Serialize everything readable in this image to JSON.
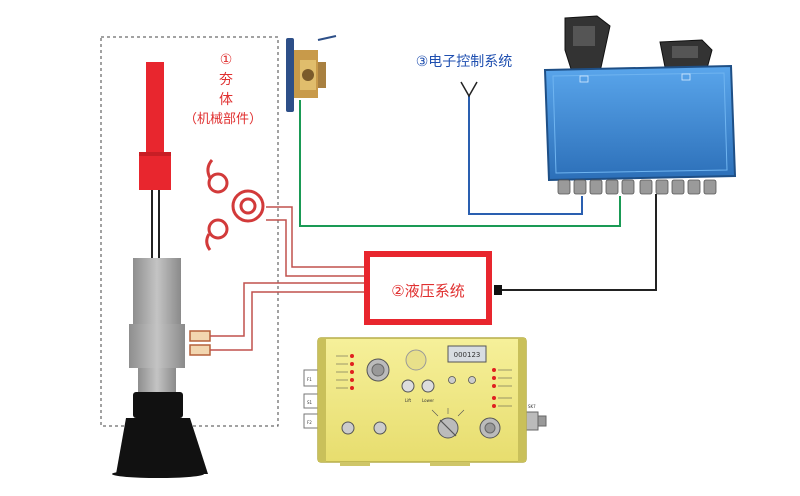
{
  "labels": {
    "chassis_num": "①",
    "chassis_l1": "夯",
    "chassis_l2": "体",
    "chassis_l3": "（机械部件）",
    "electronic": "③电子控制系统",
    "hydraulic": "②液压系统"
  },
  "panel": {
    "display": "000123",
    "knob_labels": [
      "Lift",
      "Lower"
    ],
    "side_labels": [
      "F1",
      "S1",
      "F2"
    ],
    "sk_label": "SK7"
  },
  "colors": {
    "red": "#e8262e",
    "hydraulic_line": "#c0504d",
    "green_wire": "#1a9a55",
    "blue_wire": "#2a5fb0",
    "black_wire": "#222222",
    "control_box": "#3f8fd8",
    "panel": "#f1ea88",
    "label_red": "#e03030",
    "label_blue": "#1f4fb0"
  }
}
